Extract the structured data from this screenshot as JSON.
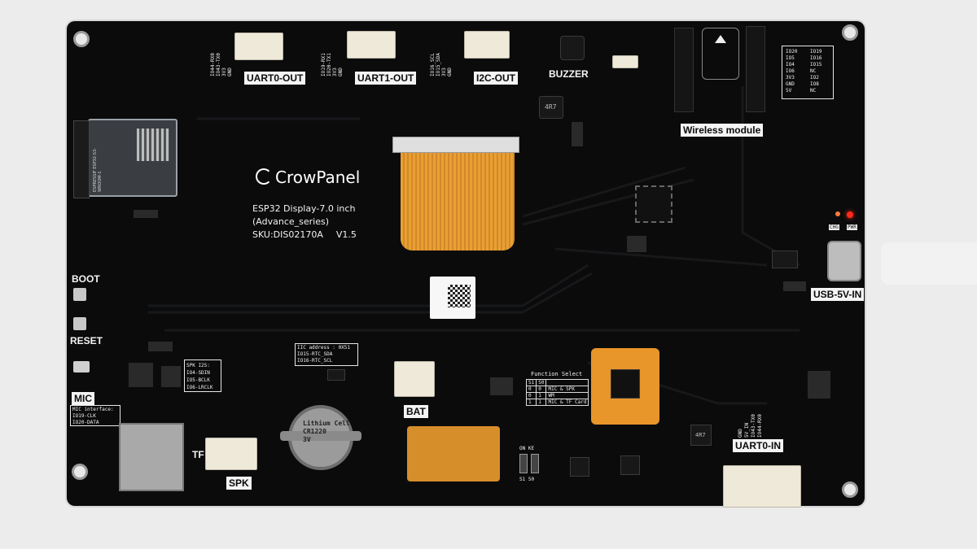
{
  "board": {
    "brand": "CrowPanel",
    "model": "ESP32 Display-7.0 inch",
    "series": "(Advance_series)",
    "sku": "SKU:DIS02170A",
    "version": "V1.5"
  },
  "module_text": "ESPRESSIF ESP32-S3-WROOM-1",
  "connectors": {
    "uart0_out": "UART0-OUT",
    "uart1_out": "UART1-OUT",
    "i2c_out": "I2C-OUT",
    "buzzer": "BUZZER",
    "wireless": "Wireless module",
    "usb": "USB-5V-IN",
    "uart0_in": "UART0-IN",
    "bat": "BAT",
    "spk": "SPK",
    "mic": "MIC",
    "boot": "BOOT",
    "reset": "RESET",
    "tf": "TF"
  },
  "pinouts": {
    "uart0_out": [
      "IO44-RX0",
      "IO43-TX0",
      "3V3",
      "GND"
    ],
    "uart1_out": [
      "IO19-RX1",
      "IO20-TX1",
      "3V3",
      "GND"
    ],
    "i2c_out": [
      "IO16_SCL",
      "IO15_SDA",
      "3V3",
      "GND"
    ],
    "uart0_in": [
      "GND",
      "5V_IN",
      "IO43-TX0",
      "IO44-RX0"
    ],
    "wireless_left": [
      "IO20",
      "IO5",
      "IO4",
      "IO6",
      "3V3",
      "GND",
      "5V"
    ],
    "wireless_right": [
      "IO19",
      "IO16",
      "IO15",
      "NC",
      "IO2",
      "IO8",
      "NC"
    ]
  },
  "iic": {
    "title": "IIC address : 0X51",
    "line1": "IO15-RTC_SDA",
    "line2": "IO16-RTC_SCL"
  },
  "spk_i2s": [
    "SPK I2S:",
    "IO4-SDIN",
    "IO5-BCLK",
    "IO6-LRCLK"
  ],
  "mic_interface": [
    "MIC interface:",
    "IO19-CLK",
    "IO20-DATA"
  ],
  "function_select": {
    "title": "Function Select",
    "header": [
      "S1",
      "S0",
      ""
    ],
    "rows": [
      [
        "0",
        "0",
        "MIC & SPK"
      ],
      [
        "0",
        "1",
        "WM"
      ],
      [
        "1",
        "1",
        "MIC & TF Card"
      ]
    ]
  },
  "battery": {
    "line1": "Lithium Cell",
    "line2": "CR1220",
    "line3": "3V"
  },
  "misc": {
    "inductor": "4R7",
    "inductor2": "4R7",
    "chg": "CHG",
    "pwr": "PWR",
    "switch_labels": "ON KE",
    "switch_bottom": "S1 S0"
  },
  "colors": {
    "pcb": "#0b0b0c",
    "silkscreen": "#f2f2f2",
    "connector": "#efe9da",
    "flex_cable": "#e8a033",
    "led_red": "#ff2a1a"
  }
}
